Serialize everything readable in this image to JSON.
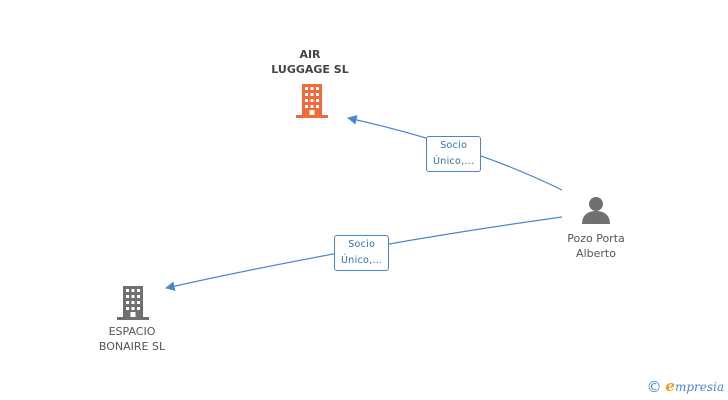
{
  "nodes": {
    "air_luggage": {
      "line1": "AIR",
      "line2": "LUGGAGE SL",
      "icon": "building-icon",
      "color": "#f26a3a"
    },
    "espacio_bonaire": {
      "line1": "ESPACIO",
      "line2": "BONAIRE  SL",
      "icon": "building-icon",
      "color": "#707070"
    },
    "pozo_porta": {
      "line1": "Pozo Porta",
      "line2": "Alberto",
      "icon": "person-icon",
      "color": "#707070"
    }
  },
  "edges": {
    "to_air_luggage": {
      "line1": "Socio",
      "line2": "Único,..."
    },
    "to_espacio_bonaire": {
      "line1": "Socio",
      "line2": "Único,..."
    }
  },
  "colors": {
    "edge": "#4a86d0",
    "main_company": "#f26a3a",
    "other_company": "#707070",
    "brand_accent": "#f29b1d"
  },
  "footer": {
    "copyright": "©",
    "brand_initial": "e",
    "brand_rest": "mpresia"
  }
}
